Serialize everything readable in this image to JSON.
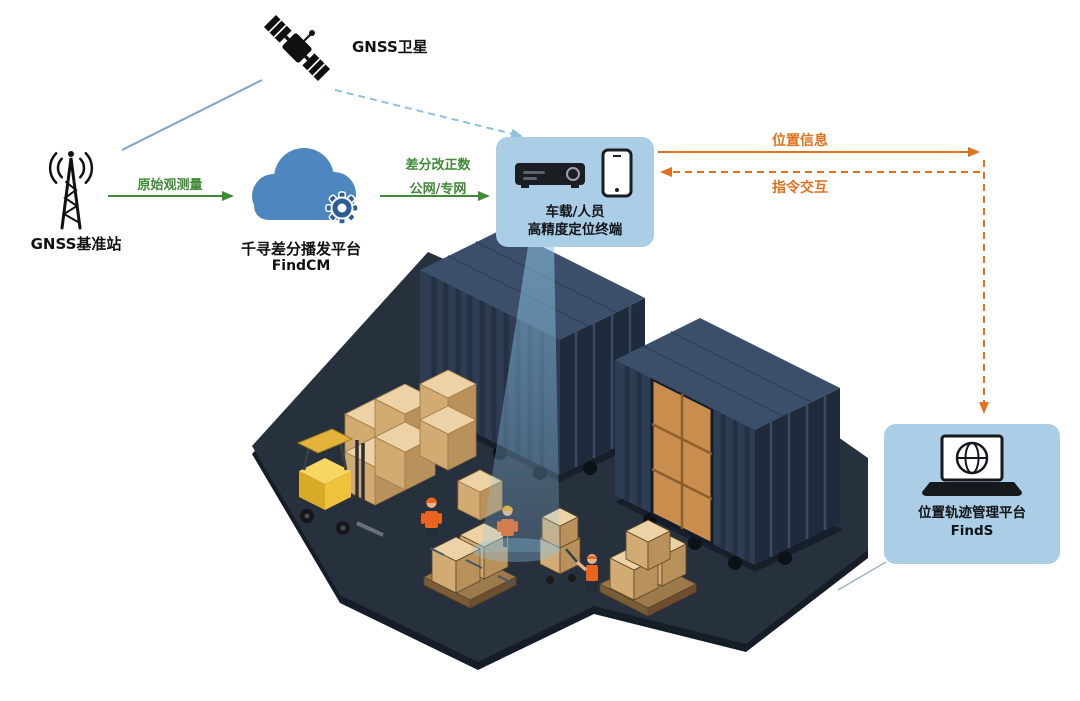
{
  "nodes": {
    "satellite": {
      "label": "GNSS卫星"
    },
    "base_station": {
      "label": "GNSS基准站"
    },
    "cloud": {
      "title": "千寻差分播发平台",
      "subtitle": "FindCM"
    },
    "terminal": {
      "line1": "车载/人员",
      "line2": "高精度定位终端"
    },
    "platform": {
      "title": "位置轨迹管理平台",
      "subtitle": "FindS"
    }
  },
  "links": {
    "raw_observation": {
      "label": "原始观测量"
    },
    "correction": {
      "line1": "差分改正数",
      "line2": "公网/专网"
    },
    "position_info": {
      "label": "位置信息"
    },
    "command": {
      "label": "指令交互"
    }
  },
  "colors": {
    "link_green": "#3f8a36",
    "link_orange": "#e2711d",
    "node_box_blue": "#abcde6",
    "cloud_blue": "#4e86c0",
    "gear_blue": "#2d5c96",
    "satellite_link_blue": "#7fa8bd",
    "beam_blue": "#8ec6e8",
    "platform_dark": "#27303d",
    "container_navy": "#2c3a50",
    "carton_tan": "#d2ab72",
    "forklift_yellow": "#f0c23c"
  }
}
